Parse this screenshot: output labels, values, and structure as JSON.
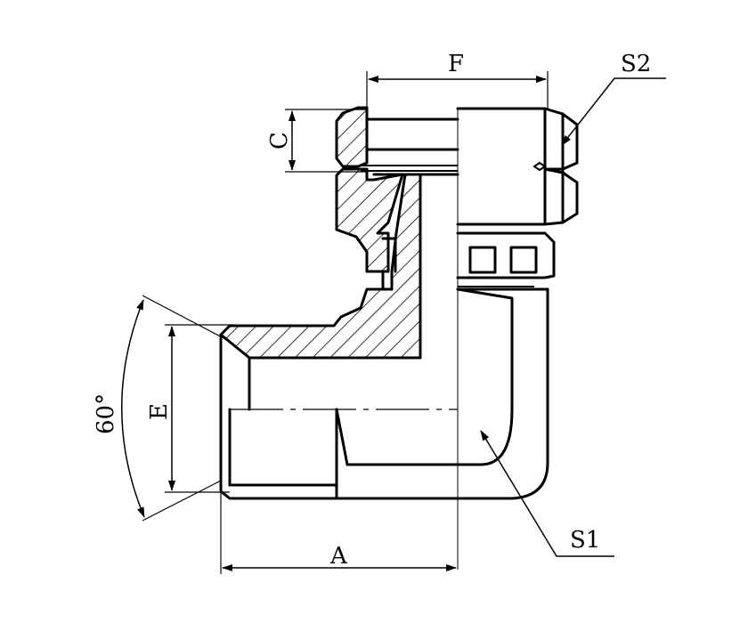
{
  "labels": {
    "F": "F",
    "S2": "S2",
    "C": "C",
    "E": "E",
    "angle": "60°",
    "S1": "S1",
    "A": "A"
  }
}
